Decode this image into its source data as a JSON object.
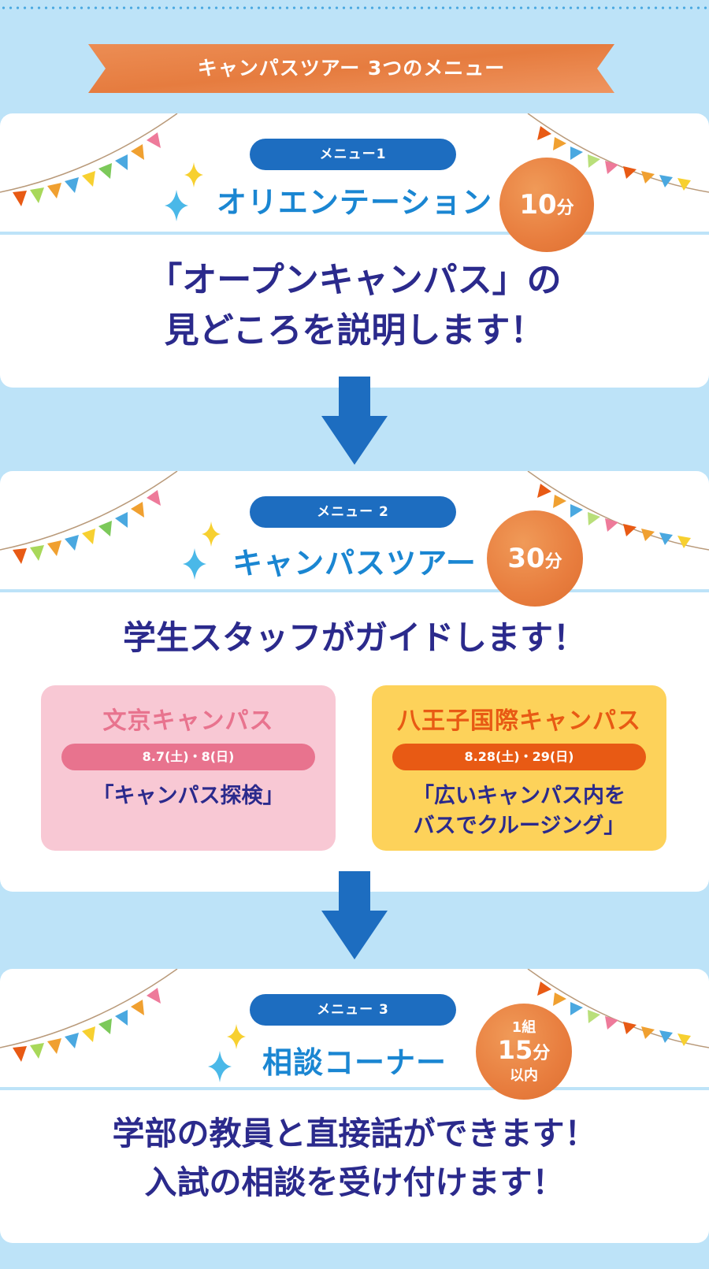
{
  "header": {
    "title": "キャンパスツアー 3つのメニュー"
  },
  "colors": {
    "background": "#bde3f8",
    "ribbon": "#e8854a",
    "pill": "#1d6dc0",
    "title_blue": "#1a86d2",
    "body_text": "#2b2a8c",
    "badge_orange": "#e87d3e",
    "bunkyo_bg": "#f8c8d4",
    "bunkyo_accent": "#e8738e",
    "hachioji_bg": "#fdd25a",
    "hachioji_accent": "#e85a14"
  },
  "menus": [
    {
      "label": "メニュー1",
      "title": "オリエンテーション",
      "badge_num": "10",
      "badge_unit": "分",
      "lines": [
        "「オープンキャンパス」の",
        "見どころを説明します！"
      ]
    },
    {
      "label": "メニュー 2",
      "title": "キャンパスツアー",
      "badge_num": "30",
      "badge_unit": "分",
      "lines": [
        "学生スタッフがガイドします！"
      ],
      "campuses": [
        {
          "name": "文京キャンパス",
          "date": "8.7(土)・8(日)",
          "desc": [
            "「キャンパス探検」"
          ]
        },
        {
          "name": "八王子国際キャンパス",
          "date": "8.28(土)・29(日)",
          "desc": [
            "「広いキャンパス内を",
            "バスでクルージング」"
          ]
        }
      ]
    },
    {
      "label": "メニュー 3",
      "title": "相談コーナー",
      "badge_top": "1組",
      "badge_num": "15",
      "badge_unit": "分",
      "badge_bottom": "以内",
      "lines": [
        "学部の教員と直接話ができます！",
        "入試の相談を受け付けます！"
      ]
    }
  ],
  "icons": {
    "sparkle": "sparkle-icon",
    "arrow": "arrow-down-icon",
    "bunting": "bunting-flags-icon"
  }
}
